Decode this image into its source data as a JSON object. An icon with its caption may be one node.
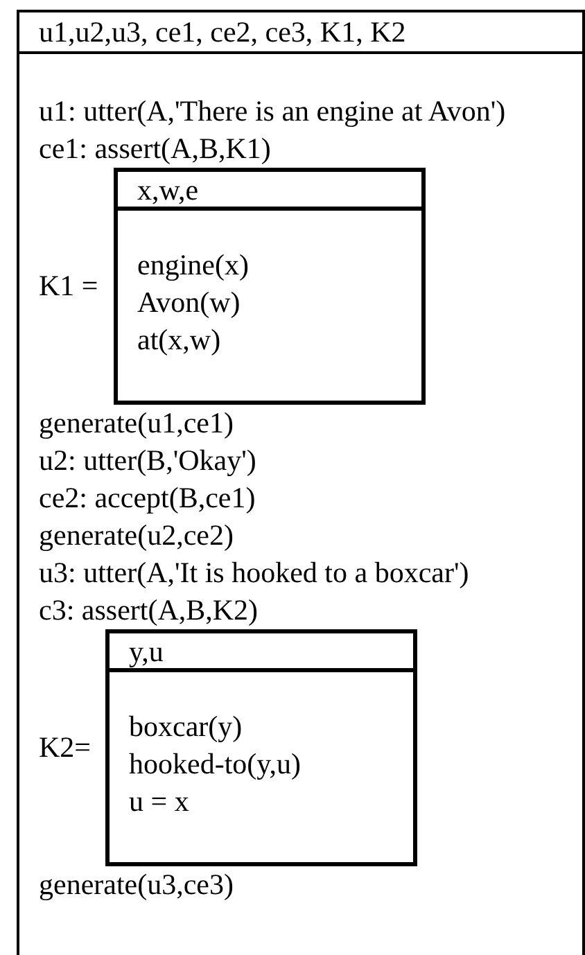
{
  "diagram": {
    "nodes": [
      {
        "text": [
          "u1,u2,u3, ce1, ce2, ce3, K1, K2",
          "u1: utter(A,'There is an engine at Avon')",
          "ce1: assert(A,B,K1)",
          "generate(u1,ce1)",
          "u2: utter(B,'Okay')",
          "ce2: accept(B,ce1)",
          "generate(u2,ce2)",
          "u3: utter(A,'It is hooked to a boxcar')",
          "c3: assert(A,B,K2)",
          "generate(u3,ce3)"
        ]
      },
      {
        "text": [
          "x,w,e",
          "engine(x)",
          "Avon(w)",
          "at(x,w)"
        ],
        "in": 0,
        "beside": [
          "K1 ="
        ]
      },
      {
        "text": [
          "y,u",
          "boxcar(y)",
          "hooked-to(y,u)",
          "u = x"
        ],
        "in": 0,
        "beside": [
          "K2="
        ]
      }
    ]
  }
}
